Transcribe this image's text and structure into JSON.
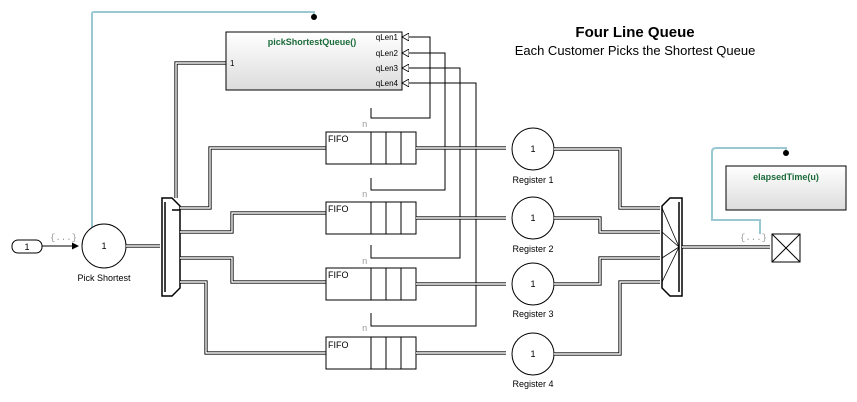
{
  "header": {
    "title": "Four Line Queue",
    "subtitle": "Each Customer Picks the Shortest Queue"
  },
  "source": {
    "value": "1",
    "bus_label": "{...}"
  },
  "selector": {
    "value": "1",
    "label": "Pick Shortest"
  },
  "function_block": {
    "name": "pickShortestQueue()",
    "input_port": "1",
    "ports": [
      "qLen1",
      "qLen2",
      "qLen3",
      "qLen4"
    ]
  },
  "fifos": [
    {
      "label": "FIFO",
      "port": "n"
    },
    {
      "label": "FIFO",
      "port": "n"
    },
    {
      "label": "FIFO",
      "port": "n"
    },
    {
      "label": "FIFO",
      "port": "n"
    }
  ],
  "registers": [
    {
      "value": "1",
      "label": "Register 1"
    },
    {
      "value": "1",
      "label": "Register 2"
    },
    {
      "value": "1",
      "label": "Register 3"
    },
    {
      "value": "1",
      "label": "Register 4"
    }
  ],
  "elapsed": {
    "name": "elapsedTime(u)",
    "bus_label": "{...}"
  },
  "colors": {
    "signal_line": "#99c8d3",
    "block_label": "#1b6b3a"
  }
}
